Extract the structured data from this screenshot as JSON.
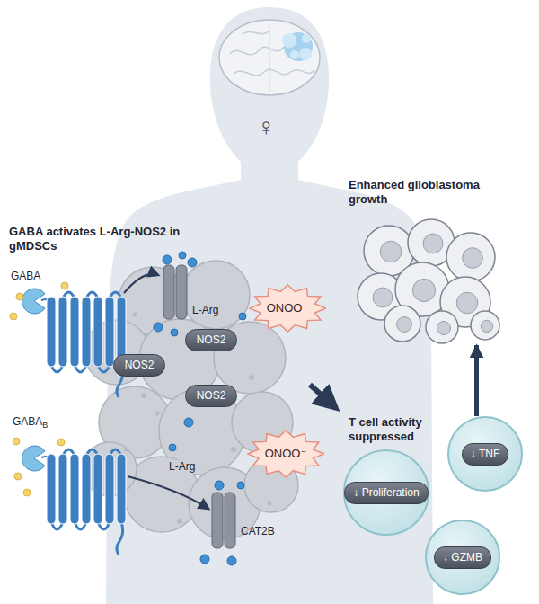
{
  "diagram": {
    "nodes": [
      {
        "text": [
          "Enhanced glioblastoma growth"
        ]
      },
      {
        "text": [
          "NOS2"
        ]
      },
      {
        "text": [
          "ONOO⁻"
        ]
      },
      {
        "text": [
          "NOS2"
        ]
      },
      {
        "text": [
          "NOS2"
        ]
      },
      {
        "text": [
          "ONOO⁻"
        ]
      },
      {
        "text": [
          "↓ Proliferation"
        ]
      },
      {
        "text": [
          "↓ TNF"
        ]
      },
      {
        "text": [
          "↓ GZMB"
        ]
      }
    ],
    "edges": [
      {
        "from": 7,
        "to": 0,
        "arrow": "to"
      }
    ],
    "labels": [
      "♀",
      "GABA activates L-Arg-NOS2 in gMDSCs",
      "GABA",
      "L-Arg",
      "GABA",
      "B",
      "L-Arg",
      "CAT2B",
      "T cell activity suppressed"
    ]
  }
}
